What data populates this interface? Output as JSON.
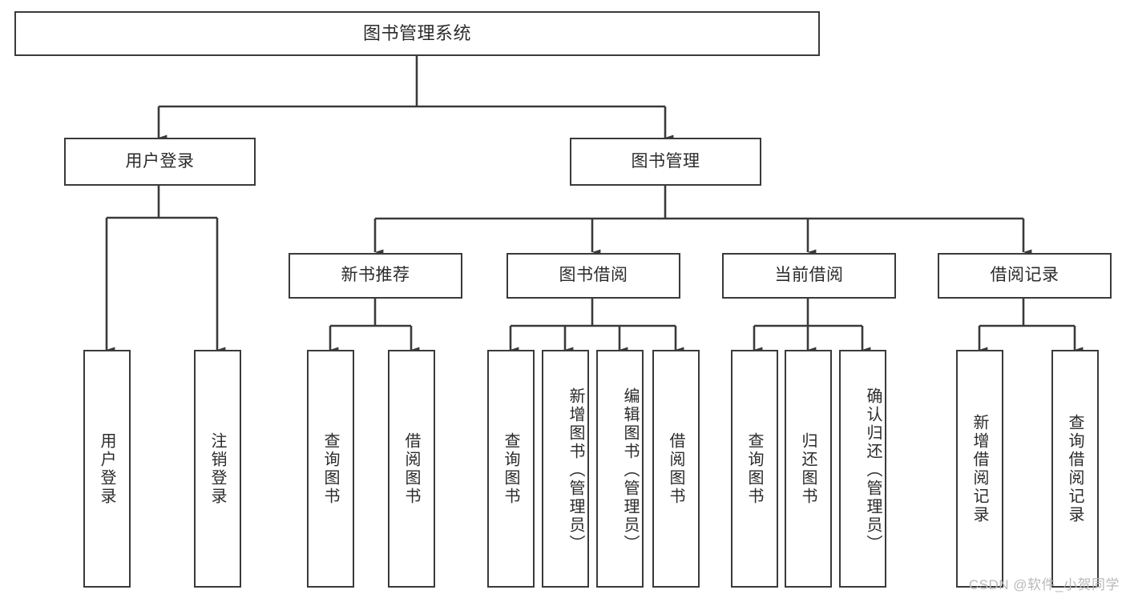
{
  "diagram": {
    "title": "图书管理系统",
    "type": "tree",
    "stroke_color": "#3a3a3a",
    "text_color": "#2b2b2b",
    "background": "#ffffff",
    "watermark": "CSDN @软件_小贺同学",
    "nodes": {
      "root": {
        "label": "图书管理系统"
      },
      "level2": [
        {
          "id": "user-login",
          "label": "用户登录"
        },
        {
          "id": "book-manage",
          "label": "图书管理"
        }
      ],
      "level3": [
        {
          "id": "new-book-recommend",
          "label": "新书推荐"
        },
        {
          "id": "book-borrow",
          "label": "图书借阅"
        },
        {
          "id": "current-borrow",
          "label": "当前借阅"
        },
        {
          "id": "borrow-record",
          "label": "借阅记录"
        }
      ],
      "leaves": [
        {
          "id": "leaf-user-login",
          "label": "用户登录",
          "parent": "user-login"
        },
        {
          "id": "leaf-logout",
          "label": "注销登录",
          "parent": "user-login"
        },
        {
          "id": "leaf-query-book-1",
          "label": "查询图书",
          "parent": "new-book-recommend"
        },
        {
          "id": "leaf-borrow-book-1",
          "label": "借阅图书",
          "parent": "new-book-recommend"
        },
        {
          "id": "leaf-query-book-2",
          "label": "查询图书",
          "parent": "book-borrow"
        },
        {
          "id": "leaf-add-book",
          "label": "新增图书（管理员）",
          "parent": "book-borrow"
        },
        {
          "id": "leaf-edit-book",
          "label": "编辑图书（管理员）",
          "parent": "book-borrow"
        },
        {
          "id": "leaf-borrow-book-2",
          "label": "借阅图书",
          "parent": "book-borrow"
        },
        {
          "id": "leaf-query-book-3",
          "label": "查询图书",
          "parent": "current-borrow"
        },
        {
          "id": "leaf-return-book",
          "label": "归还图书",
          "parent": "current-borrow"
        },
        {
          "id": "leaf-confirm-return",
          "label": "确认归还（管理员）",
          "parent": "current-borrow"
        },
        {
          "id": "leaf-add-record",
          "label": "新增借阅记录",
          "parent": "borrow-record"
        },
        {
          "id": "leaf-query-record",
          "label": "查询借阅记录",
          "parent": "borrow-record"
        }
      ]
    }
  }
}
